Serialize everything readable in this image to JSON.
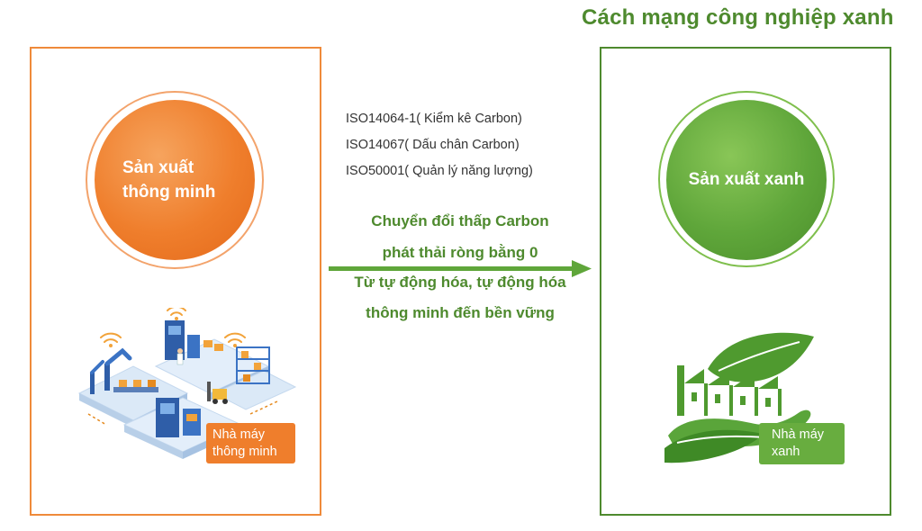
{
  "header": {
    "title": "Cách mạng công nghiệp xanh"
  },
  "left_panel": {
    "circle_line1": "Sản xuất",
    "circle_line2": "thông minh",
    "badge_line1": "Nhà máy",
    "badge_line2": "thông minh",
    "illustration_icon": "smart-factory-illustration-icon"
  },
  "right_panel": {
    "circle_label": "Sản xuất xanh",
    "badge_line1": "Nhà máy",
    "badge_line2": "xanh",
    "illustration_icon": "green-factory-hand-leaf-icon"
  },
  "standards": [
    "ISO14064-1( Kiểm kê Carbon)",
    "ISO14067( Dấu chân Carbon)",
    "ISO50001( Quản lý năng lượng)"
  ],
  "transition": {
    "line1": "Chuyển đổi thấp Carbon",
    "line2": "phát thải ròng bằng 0",
    "line3": "Từ tự động hóa, tự động hóa",
    "line4": "thông minh đến bền vững",
    "arrow_icon": "right-arrow-icon"
  },
  "colors": {
    "orange": "#ef7e2c",
    "green": "#4e8a2e",
    "light_green": "#68ad3f"
  }
}
